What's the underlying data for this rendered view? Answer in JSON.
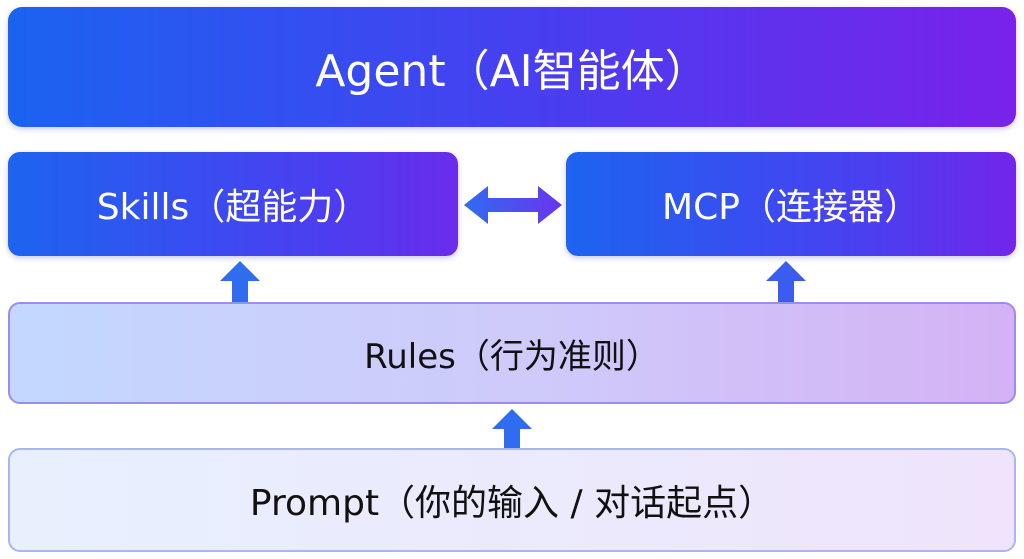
{
  "diagram": {
    "nodes": {
      "agent": "Agent（AI智能体）",
      "skills": "Skills（超能力）",
      "mcp": "MCP（连接器）",
      "rules": "Rules（行为准则）",
      "prompt": "Prompt（你的输入 / 对话起点）"
    },
    "edges": [
      {
        "from": "skills",
        "to": "mcp",
        "direction": "bidirectional"
      },
      {
        "from": "rules",
        "to": "skills",
        "direction": "up"
      },
      {
        "from": "rules",
        "to": "mcp",
        "direction": "up"
      },
      {
        "from": "prompt",
        "to": "rules",
        "direction": "up"
      }
    ],
    "colors": {
      "blue": "#1b63f0",
      "indigo": "#4a3df0",
      "purple": "#7a22ea",
      "arrow_blue": "#2f6cf0"
    }
  }
}
